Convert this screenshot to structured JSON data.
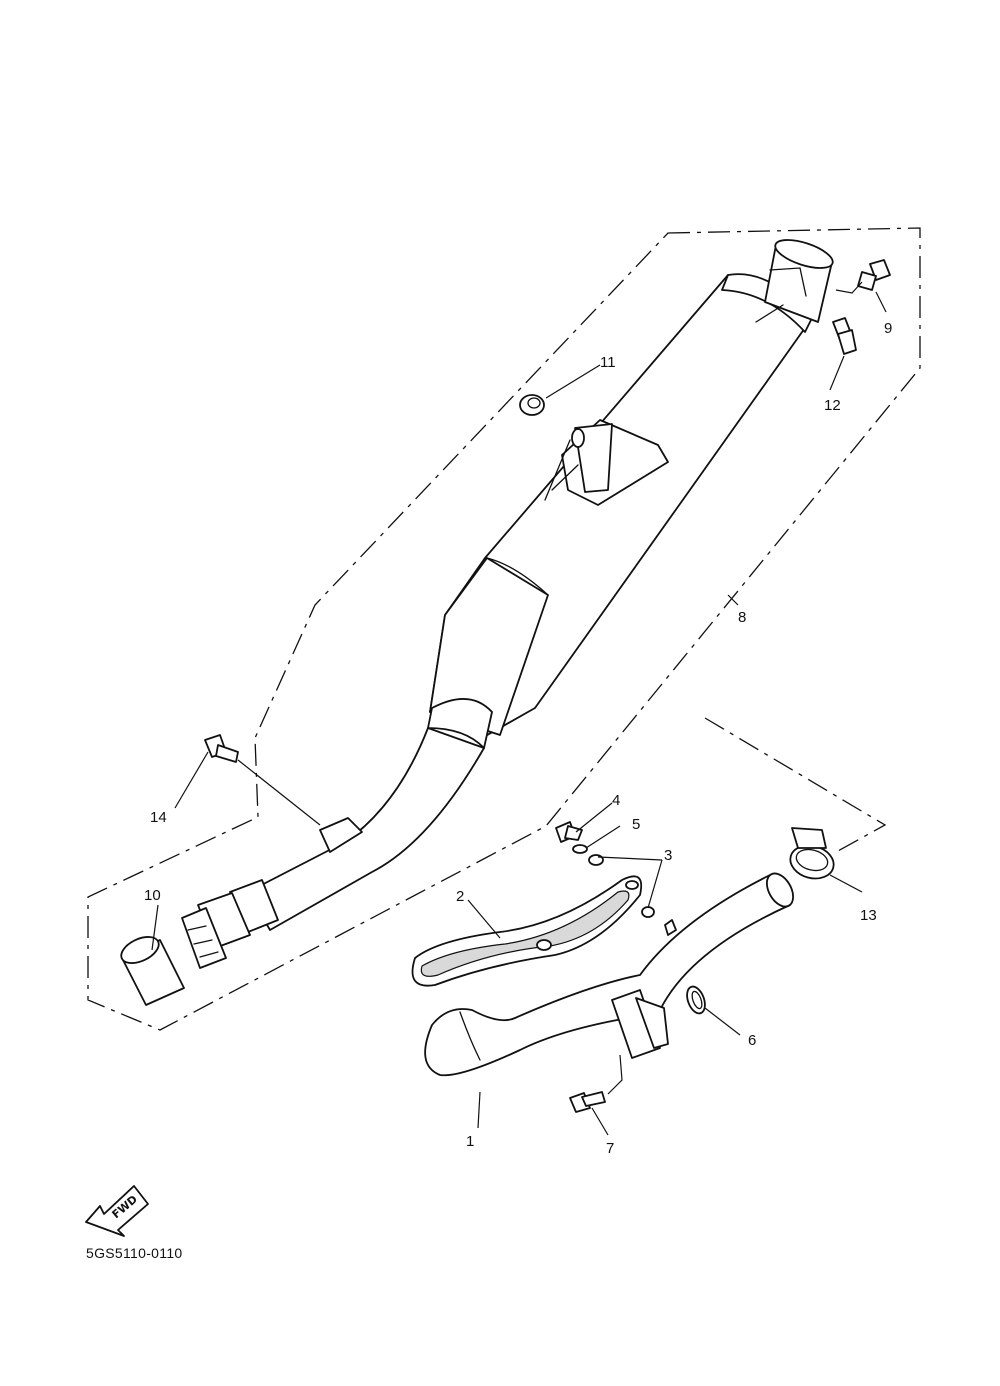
{
  "diagram": {
    "code": "5GS5110-0110",
    "fwd_label": "FWD",
    "callouts": {
      "c1": "1",
      "c2": "2",
      "c3": "3",
      "c4": "4",
      "c5": "5",
      "c6": "6",
      "c7": "7",
      "c8": "8",
      "c9": "9",
      "c10": "10",
      "c11": "11",
      "c12": "12",
      "c13": "13",
      "c14": "14"
    }
  }
}
